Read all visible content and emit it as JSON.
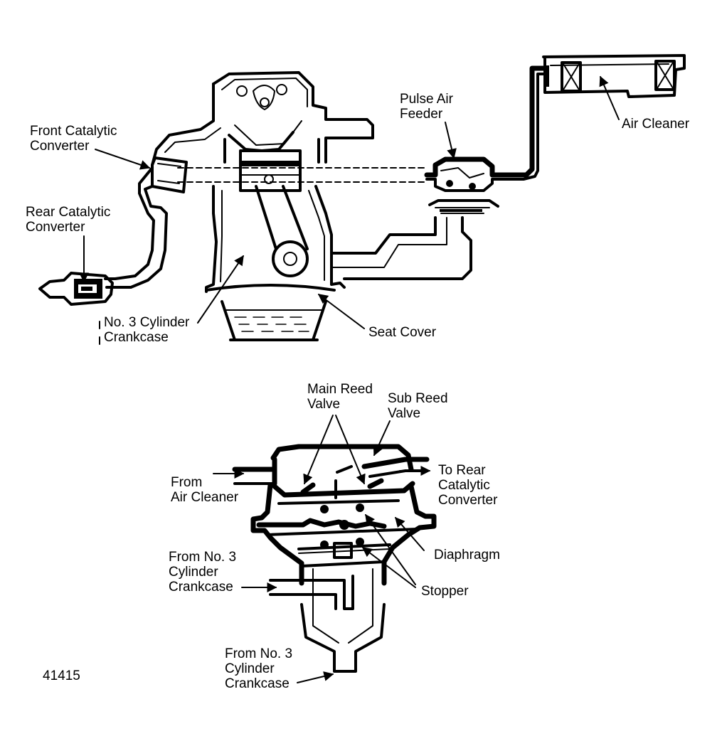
{
  "figure_id": "41415",
  "labels": {
    "front_cat": [
      "Front Catalytic",
      "Converter"
    ],
    "rear_cat": [
      "Rear Catalytic",
      "Converter"
    ],
    "crankcase": [
      "No. 3 Cylinder",
      "Crankcase"
    ],
    "seat_cover": "Seat Cover",
    "pulse_air": [
      "Pulse Air",
      "Feeder"
    ],
    "air_cleaner": "Air Cleaner",
    "main_reed": [
      "Main Reed",
      "Valve"
    ],
    "sub_reed": [
      "Sub Reed",
      "Valve"
    ],
    "from_air_cleaner": [
      "From",
      "Air Cleaner"
    ],
    "to_rear_cat": [
      "To Rear",
      "Catalytic",
      "Converter"
    ],
    "diaphragm": "Diaphragm",
    "stopper": "Stopper",
    "from_crankcase_side": [
      "From No. 3",
      "Cylinder",
      "Crankcase"
    ],
    "from_crankcase_bottom": [
      "From No. 3",
      "Cylinder",
      "Crankcase"
    ]
  }
}
